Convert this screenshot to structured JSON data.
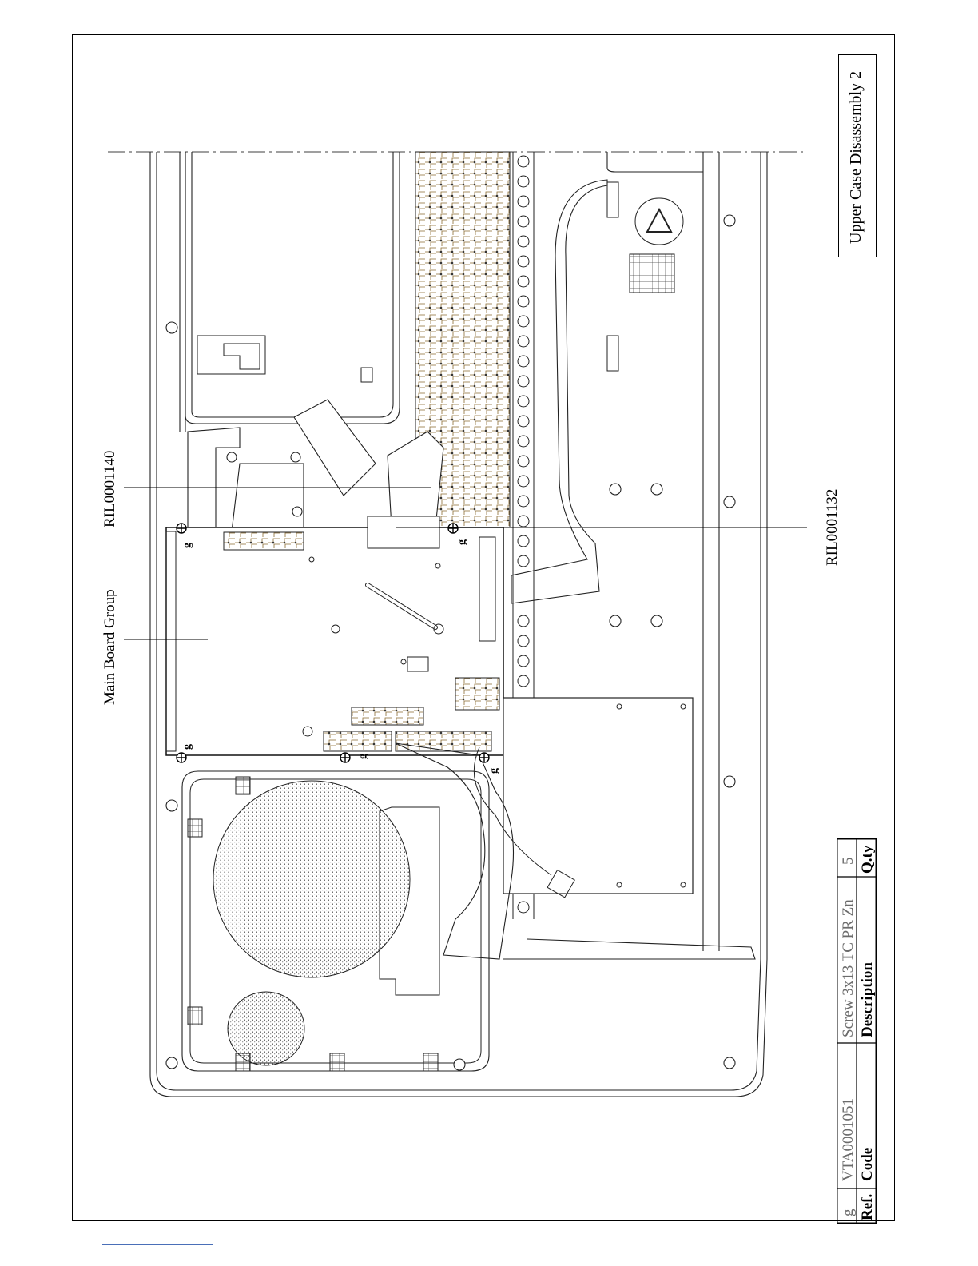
{
  "title": "Upper Case Disassembly 2",
  "callouts": {
    "main_board": "Main Board Group",
    "ril_1140": "RIL0001140",
    "ril_1132": "RIL0001132"
  },
  "screw_markers": [
    "g",
    "g",
    "g",
    "g",
    "g"
  ],
  "parts_table": {
    "headers": {
      "ref": "Ref.",
      "code": "Code",
      "description": "Description",
      "qty": "Q.ty"
    },
    "rows": [
      {
        "ref": "g",
        "code": "VTA0001051",
        "description": "Screw 3x13 TC PR Zn",
        "qty": "5"
      }
    ]
  }
}
